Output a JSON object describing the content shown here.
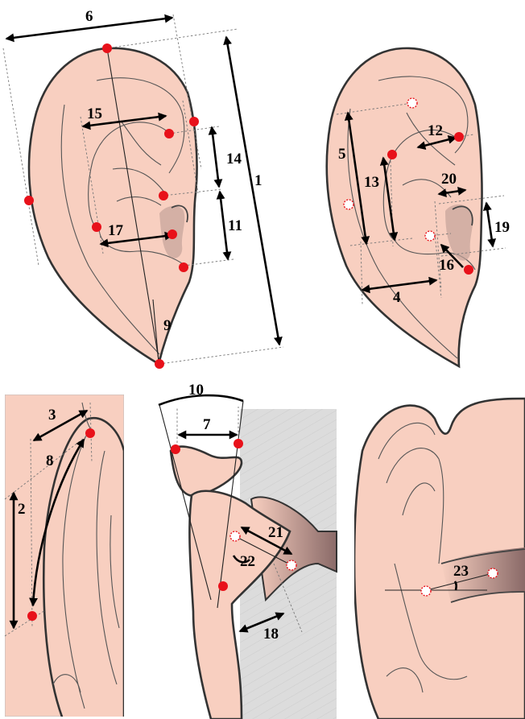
{
  "colors": {
    "skin": "#f8cfc0",
    "landmark": "#e8111a",
    "outline": "#333333",
    "canal_gray": "#dcdcdc"
  },
  "panels": [
    {
      "id": "ear-front-left",
      "labels": [
        "6",
        "15",
        "14",
        "1",
        "11",
        "17",
        "9"
      ]
    },
    {
      "id": "ear-front-right",
      "labels": [
        "5",
        "12",
        "13",
        "20",
        "19",
        "16",
        "4"
      ]
    },
    {
      "id": "ear-side",
      "labels": [
        "3",
        "8",
        "2"
      ]
    },
    {
      "id": "ear-top-section",
      "labels": [
        "10",
        "7",
        "21",
        "22",
        "18"
      ]
    },
    {
      "id": "ear-canal",
      "labels": [
        "23"
      ]
    }
  ]
}
